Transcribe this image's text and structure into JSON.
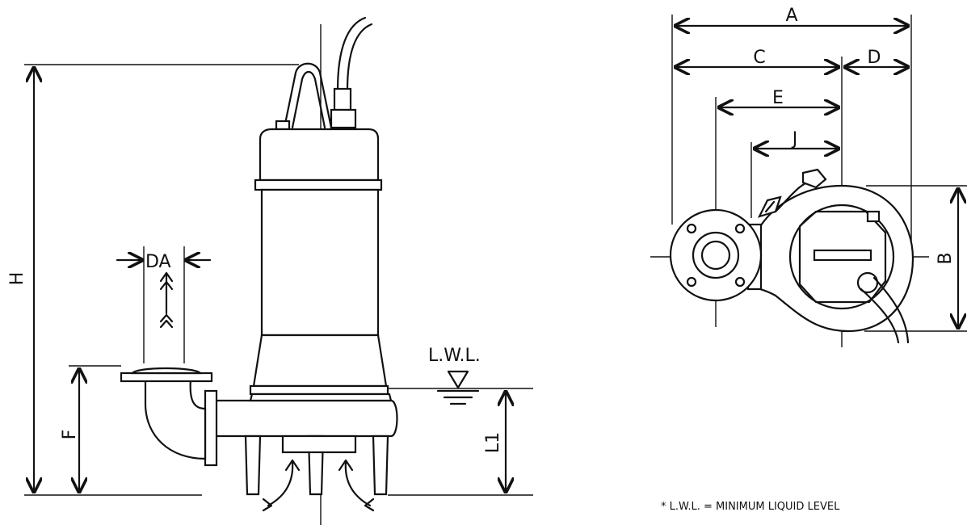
{
  "side_view": {
    "dim_H": "H",
    "dim_F": "F",
    "dim_DA": "DA",
    "dim_L1": "L1",
    "lwl": "L.W.L."
  },
  "top_view": {
    "dim_A": "A",
    "dim_B": "B",
    "dim_C": "C",
    "dim_D": "D",
    "dim_E": "E",
    "dim_J": "J"
  },
  "footnote": "* L.W.L. = MINIMUM LIQUID LEVEL"
}
